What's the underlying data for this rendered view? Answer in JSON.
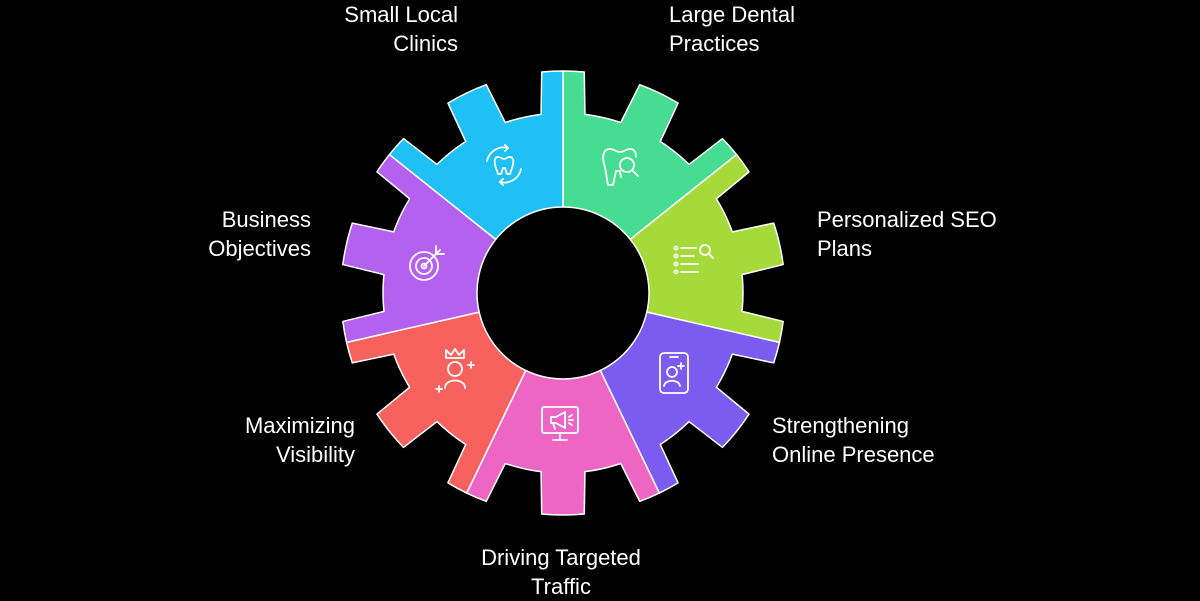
{
  "segments": [
    {
      "id": "small-local-clinics",
      "lines": [
        "Small Local",
        "Clinics"
      ],
      "color": "#46dc92",
      "icon": "tooth-cycle-icon"
    },
    {
      "id": "large-dental-practices",
      "lines": [
        "Large Dental",
        "Practices"
      ],
      "color": "#a6da3a",
      "icon": "tooth-search-icon"
    },
    {
      "id": "personalized-seo-plans",
      "lines": [
        "Personalized SEO",
        "Plans"
      ],
      "color": "#7c5cf0",
      "icon": "list-search-icon"
    },
    {
      "id": "strengthening-online-presence",
      "lines": [
        "Strengthening",
        "Online Presence"
      ],
      "color": "#ee66c4",
      "icon": "mobile-profile-icon"
    },
    {
      "id": "driving-targeted-traffic",
      "lines": [
        "Driving Targeted",
        "Traffic"
      ],
      "color": "#f7625e",
      "icon": "megaphone-screen-icon"
    },
    {
      "id": "maximizing-visibility",
      "lines": [
        "Maximizing",
        "Visibility"
      ],
      "color": "#b561f0",
      "icon": "crown-person-icon"
    },
    {
      "id": "business-objectives",
      "lines": [
        "Business",
        "Objectives"
      ],
      "color": "#1ec0f5",
      "icon": "target-icon"
    }
  ]
}
